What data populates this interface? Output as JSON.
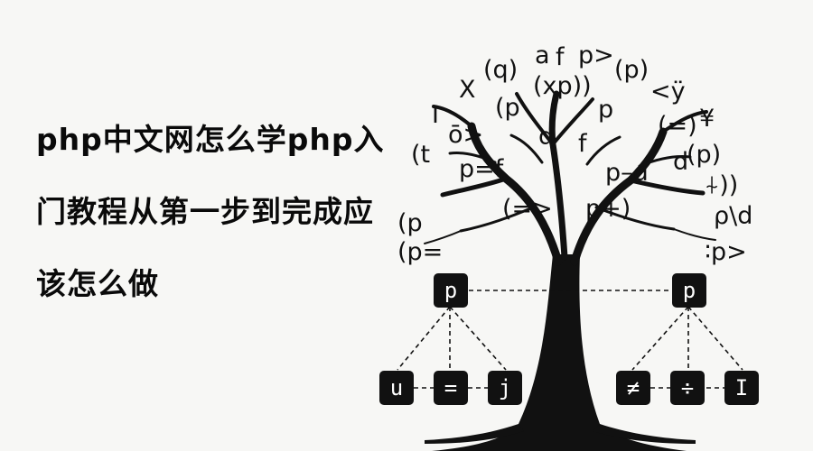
{
  "article": {
    "title_lines": [
      "php中文网怎么学php入",
      "门教程从第一步到完成应",
      "该怎么做"
    ]
  },
  "illustration": {
    "symbols": [
      "(q)",
      "a",
      "f",
      "p>",
      "(p)",
      "X",
      "(xp))",
      "<ÿ",
      "(p",
      "p",
      "(=)",
      "¥",
      "I",
      "ō>",
      "d",
      "f",
      "(p)",
      "(t",
      "p=f",
      "p–d",
      "d",
      "⍭))",
      "(=>",
      "p+)",
      "ρ\\d",
      "(p",
      "(p=",
      "∶p>"
    ],
    "nodes": [
      "p",
      "p",
      "u",
      "=",
      "j",
      "≠",
      "÷",
      "I"
    ]
  }
}
